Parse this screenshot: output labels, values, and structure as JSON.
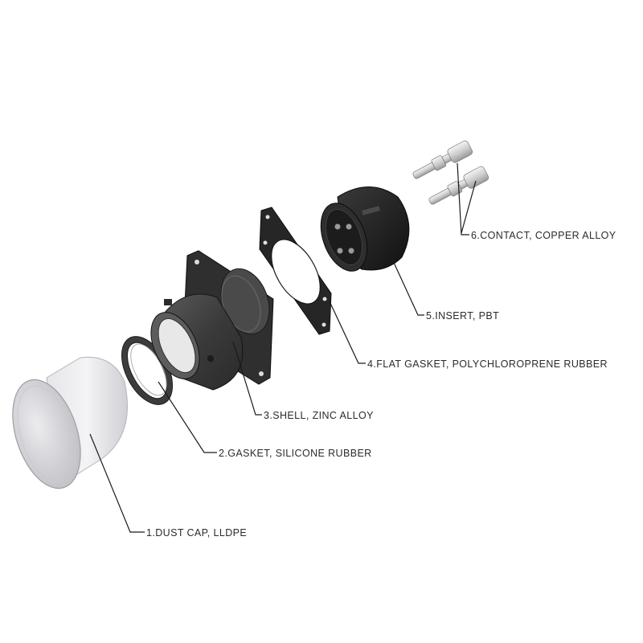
{
  "labels": {
    "part1": "1.DUST CAP, LLDPE",
    "part2": "2.GASKET, SILICONE RUBBER",
    "part3": "3.SHELL, ZINC ALLOY",
    "part4": "4.FLAT GASKET, POLYCHLOROPRENE RUBBER",
    "part5": "5.INSERT, PBT",
    "part6": "6.CONTACT, COPPER ALLOY"
  }
}
